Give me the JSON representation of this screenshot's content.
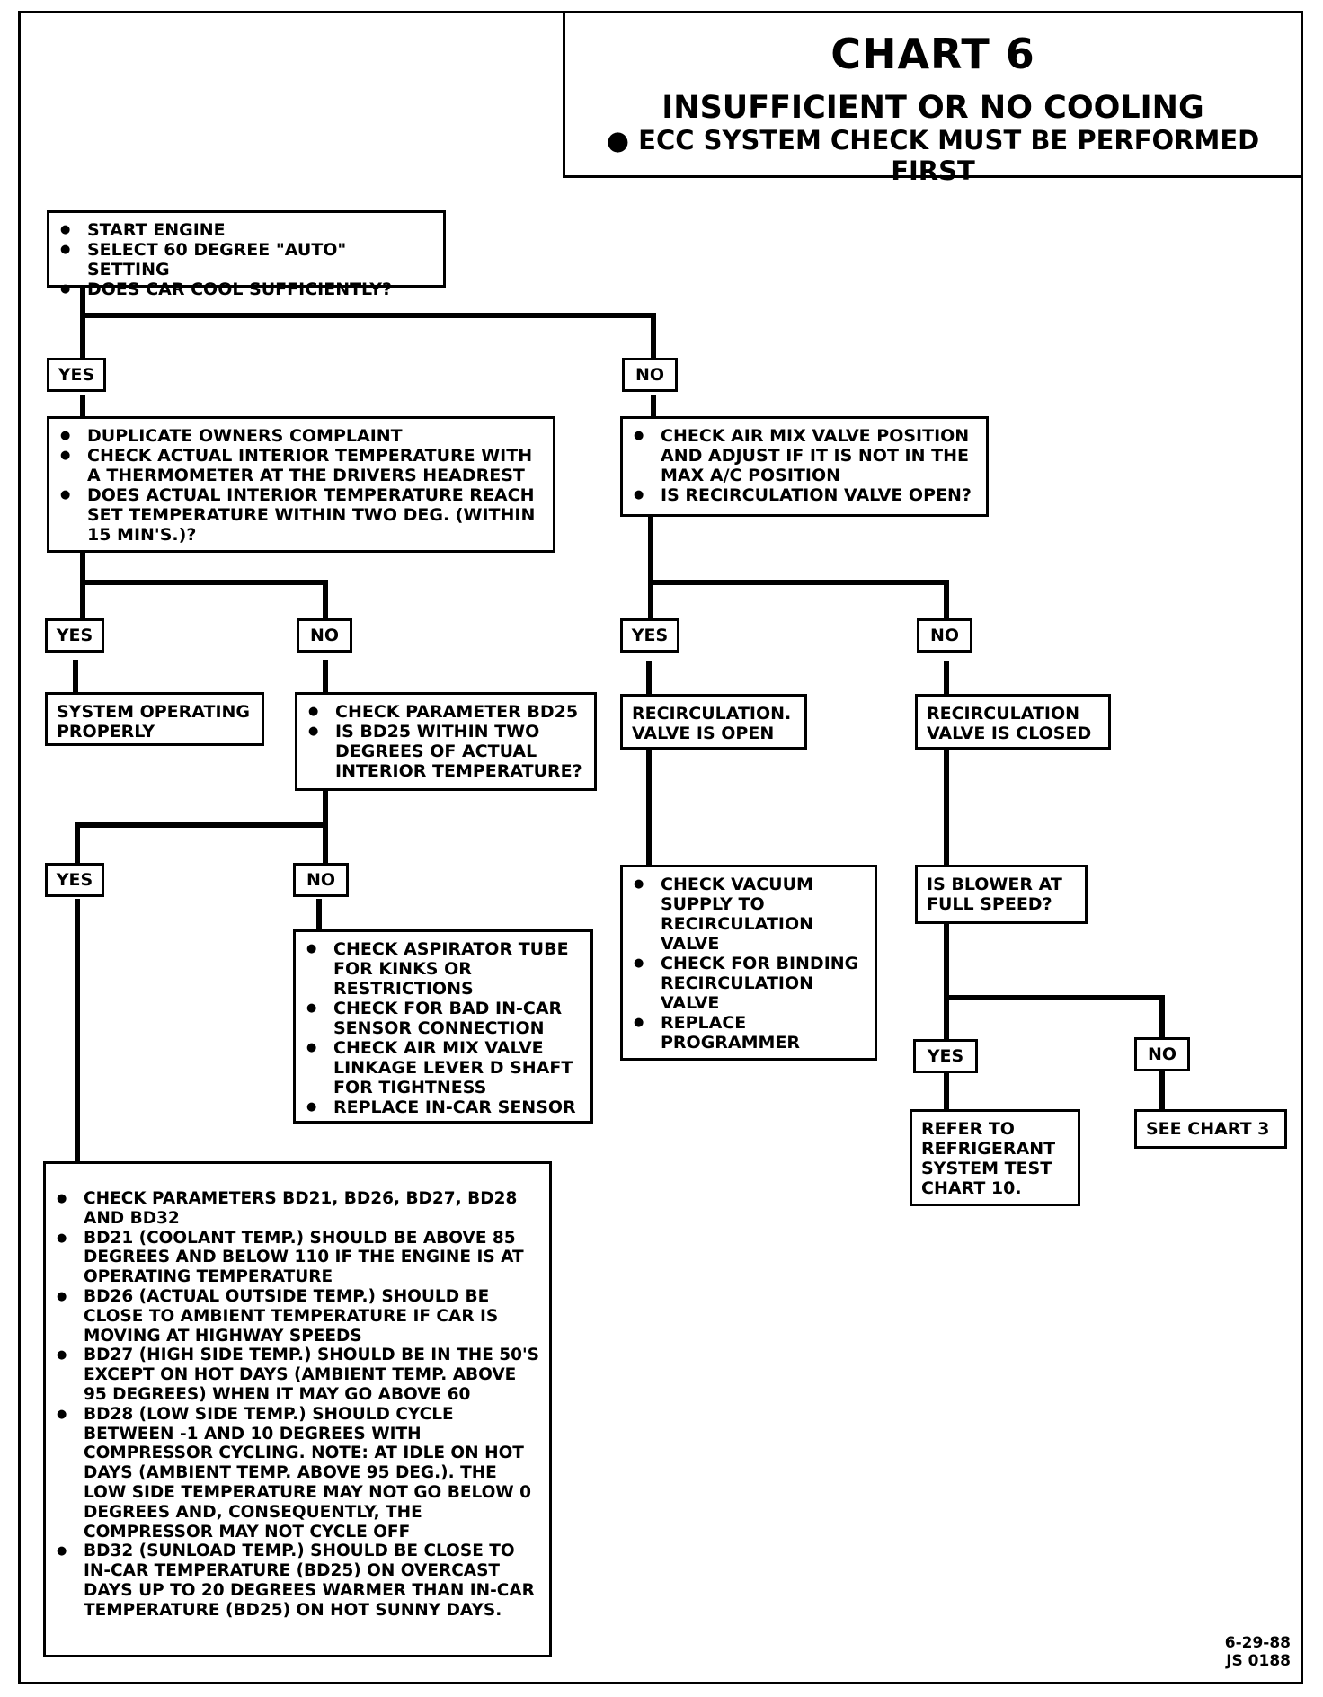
{
  "title": {
    "chart": "CHART 6",
    "subtitle": "INSUFFICIENT OR NO COOLING",
    "note": "ECC SYSTEM CHECK MUST BE PERFORMED FIRST"
  },
  "boxes": {
    "start": [
      "START ENGINE",
      "SELECT 60 DEGREE \"AUTO\" SETTING",
      "DOES CAR COOL SUFFICIENTLY?"
    ],
    "duplicate": [
      "DUPLICATE OWNERS COMPLAINT",
      "CHECK ACTUAL INTERIOR TEMPERATURE WITH A THERMOMETER AT THE DRIVERS HEADREST",
      "DOES ACTUAL INTERIOR TEMPERATURE REACH SET TEMPERATURE WITHIN TWO DEG. (WITHIN 15 MIN'S.)?"
    ],
    "airmix": [
      "CHECK AIR MIX VALVE POSITION AND ADJUST IF IT IS NOT IN THE MAX A/C POSITION",
      "IS RECIRCULATION VALVE OPEN?"
    ],
    "system_ok": "SYSTEM OPERATING PROPERLY",
    "bd25": [
      "CHECK PARAMETER BD25",
      "IS BD25 WITHIN TWO DEGREES OF ACTUAL INTERIOR TEMPERATURE?"
    ],
    "recirc_open": "RECIRCULATION. VALVE IS OPEN",
    "recirc_closed": "RECIRCULATION VALVE IS CLOSED",
    "aspirator": [
      "CHECK ASPIRATOR TUBE FOR KINKS OR RESTRICTIONS",
      "CHECK FOR BAD IN-CAR SENSOR CONNECTION",
      "CHECK AIR MIX VALVE LINKAGE LEVER D SHAFT FOR TIGHTNESS",
      "REPLACE IN-CAR SENSOR"
    ],
    "vacuum": [
      "CHECK VACUUM SUPPLY TO RECIRCULATION VALVE",
      "CHECK FOR BINDING RECIRCULATION VALVE",
      "REPLACE PROGRAMMER"
    ],
    "blower": "IS BLOWER AT FULL SPEED?",
    "refrigerant": "REFER TO REFRIGERANT SYSTEM TEST CHART 10.",
    "chart3": "SEE CHART 3",
    "parameters": [
      "CHECK PARAMETERS BD21, BD26, BD27, BD28 AND BD32",
      "BD21 (COOLANT TEMP.) SHOULD BE ABOVE 85 DEGREES AND BELOW 110 IF THE ENGINE IS AT OPERATING TEMPERATURE",
      "BD26 (ACTUAL OUTSIDE TEMP.) SHOULD BE CLOSE TO AMBIENT TEMPERATURE IF CAR IS MOVING AT HIGHWAY SPEEDS",
      "BD27 (HIGH SIDE TEMP.) SHOULD BE IN THE 50'S EXCEPT ON HOT DAYS (AMBIENT TEMP. ABOVE 95 DEGREES) WHEN IT MAY GO ABOVE 60",
      "BD28 (LOW SIDE TEMP.) SHOULD CYCLE BETWEEN -1 AND 10 DEGREES WITH COMPRESSOR CYCLING. NOTE: AT IDLE ON HOT DAYS (AMBIENT TEMP. ABOVE 95 DEG.). THE LOW SIDE TEMPERATURE MAY NOT GO BELOW 0 DEGREES AND, CONSEQUENTLY, THE COMPRESSOR MAY NOT CYCLE OFF",
      "BD32 (SUNLOAD TEMP.) SHOULD BE CLOSE TO IN-CAR TEMPERATURE (BD25) ON OVERCAST DAYS UP TO 20 DEGREES WARMER THAN IN-CAR TEMPERATURE (BD25) ON HOT SUNNY DAYS."
    ]
  },
  "labels": {
    "yes": "YES",
    "no": "NO"
  },
  "footer": {
    "date": "6-29-88",
    "code": "JS 0188"
  }
}
